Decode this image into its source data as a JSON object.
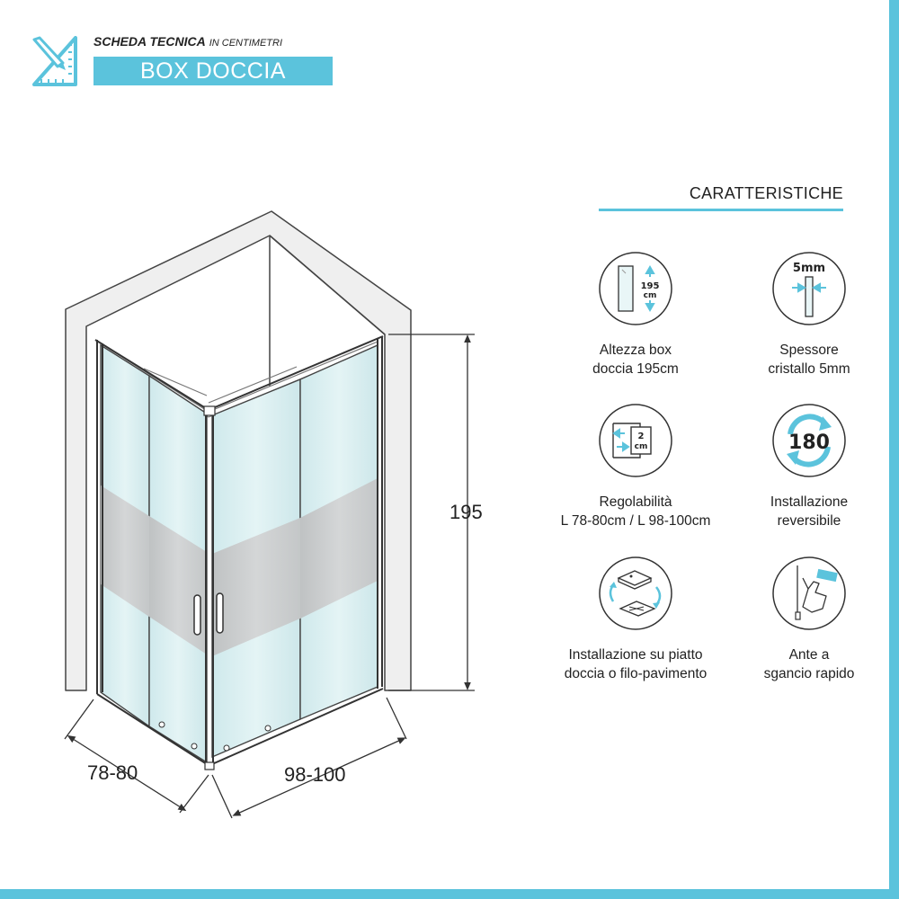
{
  "header": {
    "subtitle": "SCHEDA TECNICA",
    "subtitle_unit": "IN CENTIMETRI",
    "title": "BOX DOCCIA"
  },
  "dimensions": {
    "height": "195",
    "width_left": "78-80",
    "width_right": "98-100"
  },
  "features": {
    "title": "CARATTERISTICHE",
    "items": [
      {
        "icon": "height-icon",
        "icon_text": [
          "195",
          "cm"
        ],
        "label": [
          "Altezza box",
          "doccia 195cm"
        ]
      },
      {
        "icon": "glass-thickness-icon",
        "icon_text": [
          "5mm"
        ],
        "label": [
          "Spessore",
          "cristallo 5mm"
        ]
      },
      {
        "icon": "adjustable-width-icon",
        "icon_text": [
          "2",
          "cm"
        ],
        "label": [
          "Regolabilità",
          "L 78-80cm / L 98-100cm"
        ]
      },
      {
        "icon": "reversible-icon",
        "icon_text": [
          "180"
        ],
        "label": [
          "Installazione",
          "reversibile"
        ]
      },
      {
        "icon": "tray-floor-icon",
        "label": [
          "Installazione su piatto",
          "doccia o filo-pavimento"
        ]
      },
      {
        "icon": "quick-release-icon",
        "label": [
          "Ante a",
          "sgancio rapido"
        ]
      }
    ]
  },
  "colors": {
    "accent": "#5bc3dc",
    "glass": "#d2ecee",
    "frosted": "#c8cacb",
    "wall": "#eeeeee",
    "line": "#333333"
  }
}
